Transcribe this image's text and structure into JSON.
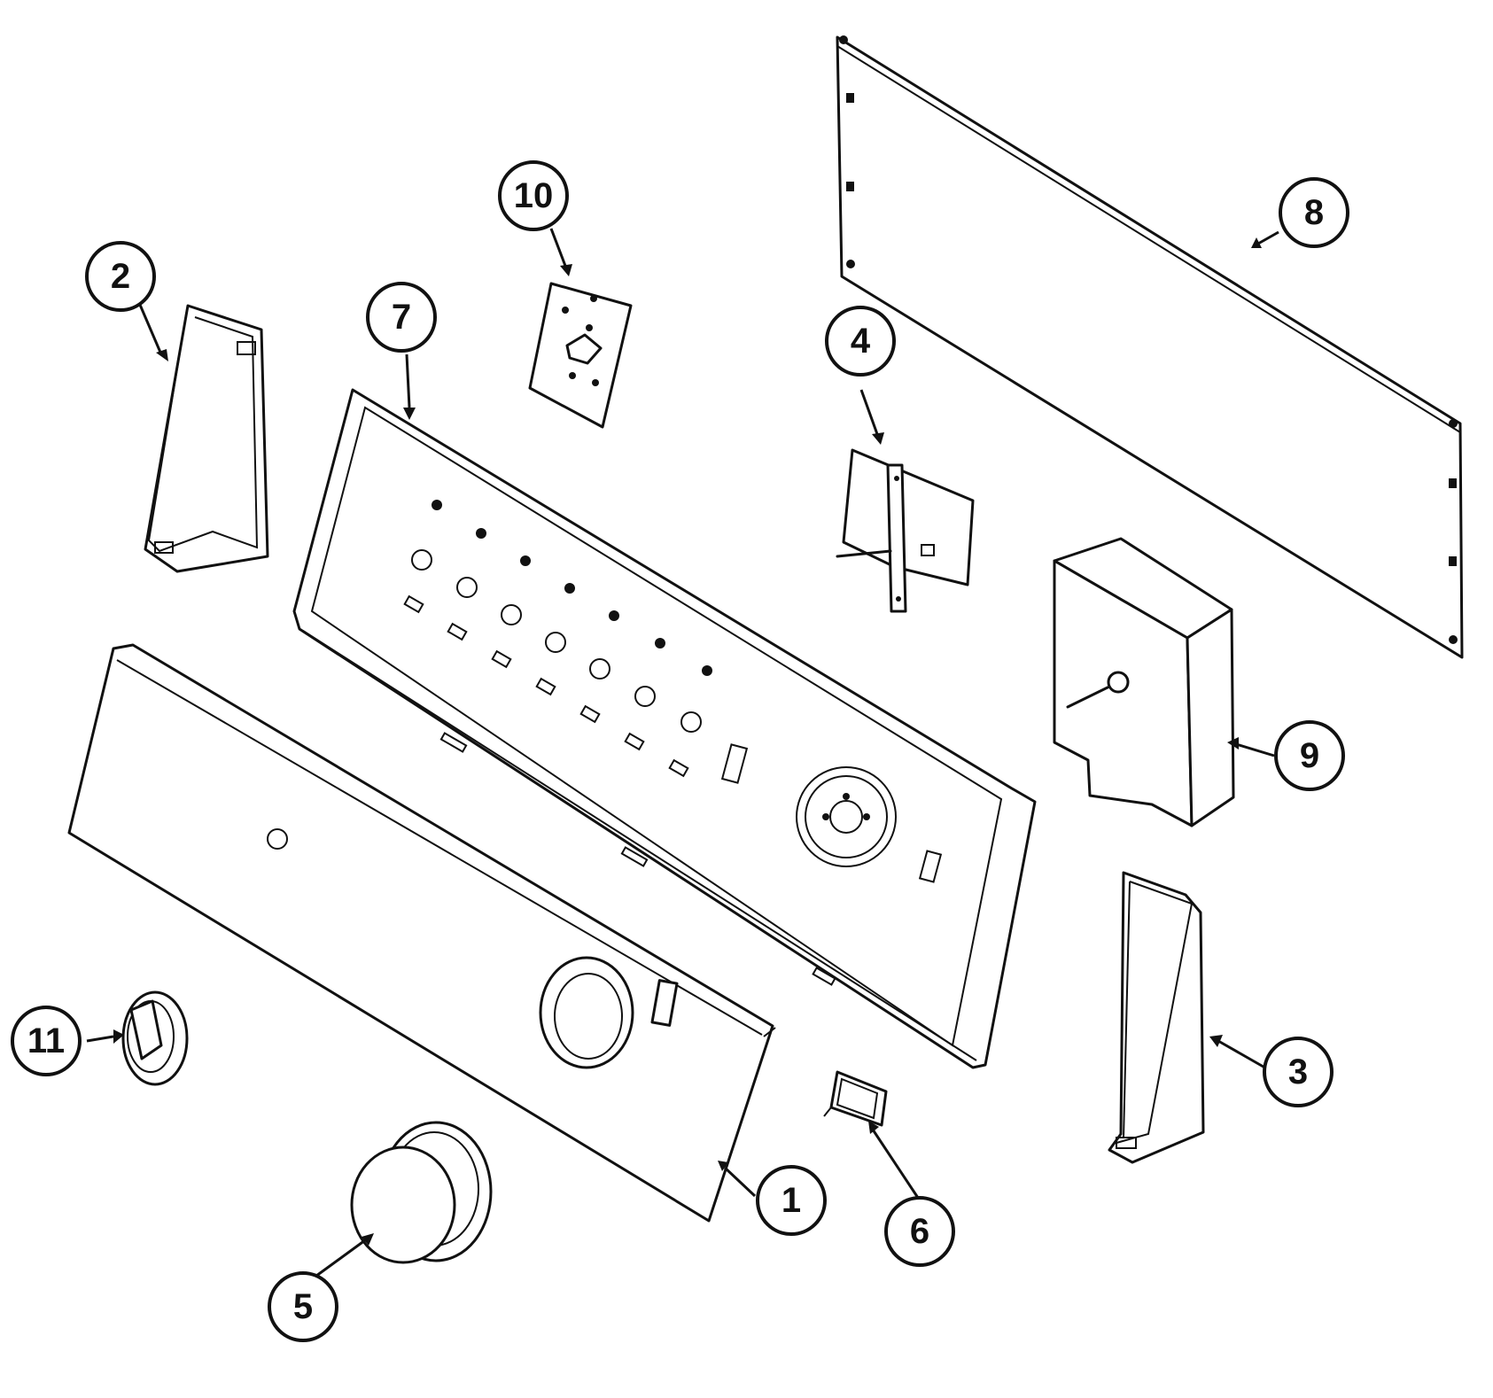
{
  "callouts": [
    {
      "id": "1",
      "label": "1"
    },
    {
      "id": "2",
      "label": "2"
    },
    {
      "id": "3",
      "label": "3"
    },
    {
      "id": "4",
      "label": "4"
    },
    {
      "id": "5",
      "label": "5"
    },
    {
      "id": "6",
      "label": "6"
    },
    {
      "id": "7",
      "label": "7"
    },
    {
      "id": "8",
      "label": "8"
    },
    {
      "id": "9",
      "label": "9"
    },
    {
      "id": "10",
      "label": "10"
    },
    {
      "id": "11",
      "label": "11"
    }
  ],
  "colors": {
    "line": "#111111",
    "background": "#ffffff"
  }
}
